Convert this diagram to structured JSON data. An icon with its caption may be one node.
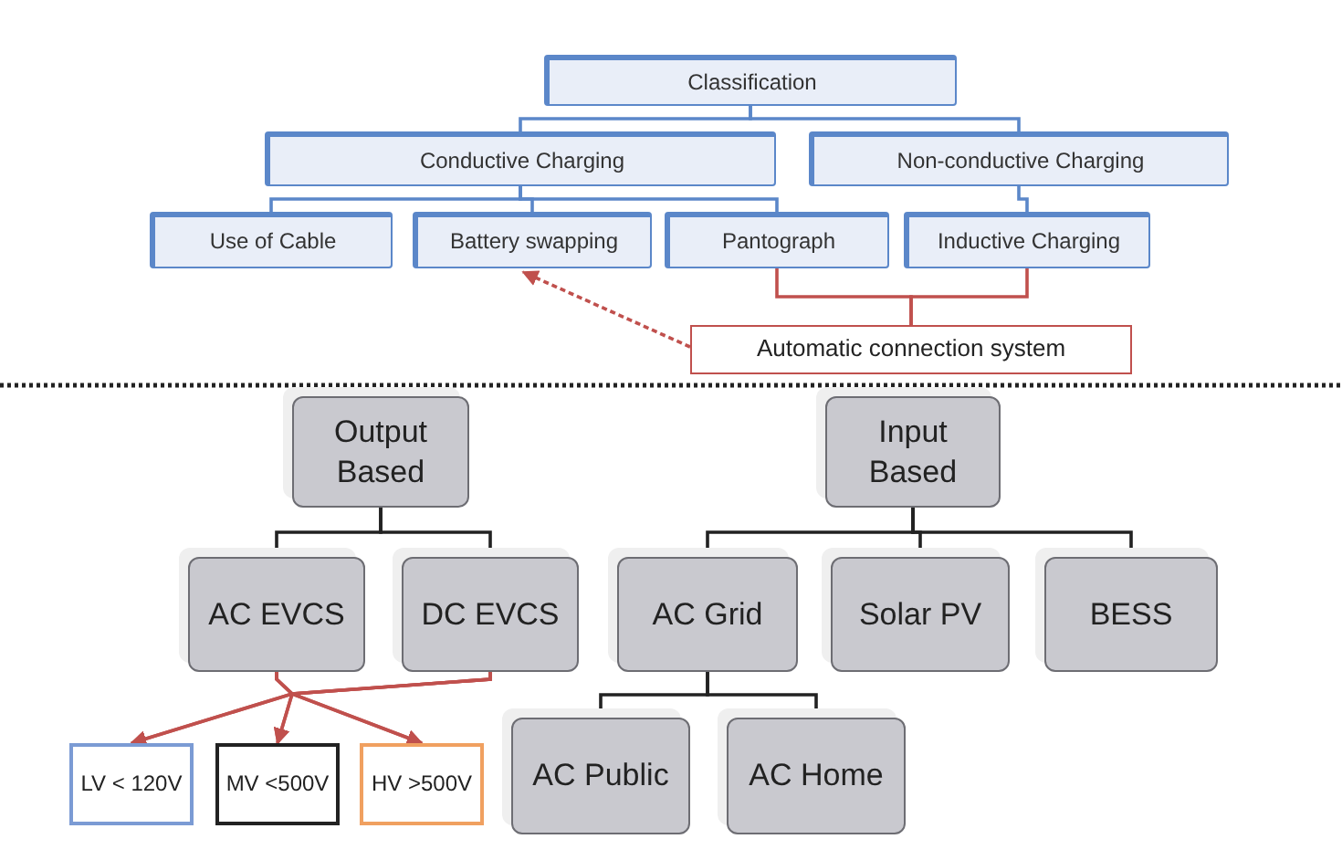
{
  "diagram": {
    "nodes": [
      {
        "text": [
          "Classification"
        ]
      },
      {
        "text": [
          "Conductive Charging"
        ]
      },
      {
        "text": [
          "Non-conductive Charging"
        ]
      },
      {
        "text": [
          "Use of Cable"
        ]
      },
      {
        "text": [
          "Battery swapping"
        ]
      },
      {
        "text": [
          "Pantograph"
        ]
      },
      {
        "text": [
          "Inductive Charging"
        ]
      },
      {
        "text": [
          "Automatic connection system"
        ]
      },
      {
        "text": [
          "Output Based"
        ]
      },
      {
        "text": [
          "Input Based"
        ]
      },
      {
        "text": [
          "AC EVCS"
        ]
      },
      {
        "text": [
          "DC EVCS"
        ]
      },
      {
        "text": [
          "AC Grid"
        ]
      },
      {
        "text": [
          "Solar PV"
        ]
      },
      {
        "text": [
          "BESS"
        ]
      },
      {
        "text": [
          "AC Public"
        ]
      },
      {
        "text": [
          "AC Home"
        ]
      },
      {
        "text": [
          "LV < 120V"
        ]
      },
      {
        "text": [
          "MV <500V"
        ]
      },
      {
        "text": [
          "HV >500V"
        ]
      }
    ],
    "edges": [
      {
        "from": 0,
        "to": 1,
        "arrow": "none",
        "color": "#5b87c9"
      },
      {
        "from": 0,
        "to": 2,
        "arrow": "none",
        "color": "#5b87c9"
      },
      {
        "from": 1,
        "to": 3,
        "arrow": "none",
        "color": "#5b87c9"
      },
      {
        "from": 1,
        "to": 4,
        "arrow": "none",
        "color": "#5b87c9"
      },
      {
        "from": 1,
        "to": 5,
        "arrow": "none",
        "color": "#5b87c9"
      },
      {
        "from": 2,
        "to": 6,
        "arrow": "none",
        "color": "#5b87c9"
      },
      {
        "from": 7,
        "to": 5,
        "arrow": "none",
        "color": "#c0504d"
      },
      {
        "from": 7,
        "to": 6,
        "arrow": "none",
        "color": "#c0504d"
      },
      {
        "from": 7,
        "to": 4,
        "arrow": "to",
        "style": "dashed",
        "color": "#c0504d"
      },
      {
        "from": 8,
        "to": 10,
        "arrow": "none",
        "color": "#222222"
      },
      {
        "from": 8,
        "to": 11,
        "arrow": "none",
        "color": "#222222"
      },
      {
        "from": 9,
        "to": 12,
        "arrow": "none",
        "color": "#222222"
      },
      {
        "from": 9,
        "to": 13,
        "arrow": "none",
        "color": "#222222"
      },
      {
        "from": 9,
        "to": 14,
        "arrow": "none",
        "color": "#222222"
      },
      {
        "from": 12,
        "to": 15,
        "arrow": "none",
        "color": "#222222"
      },
      {
        "from": 12,
        "to": 16,
        "arrow": "none",
        "color": "#222222"
      },
      {
        "from": 10,
        "to": 17,
        "arrow": "to",
        "color": "#c0504d"
      },
      {
        "from": 10,
        "to": 18,
        "arrow": "to",
        "color": "#c0504d"
      },
      {
        "from": 10,
        "to": 19,
        "arrow": "to",
        "color": "#c0504d"
      },
      {
        "from": 11,
        "to": 17,
        "arrow": "to",
        "color": "#c0504d"
      },
      {
        "from": 11,
        "to": 18,
        "arrow": "to",
        "color": "#c0504d"
      },
      {
        "from": 11,
        "to": 19,
        "arrow": "to",
        "color": "#c0504d"
      }
    ]
  }
}
